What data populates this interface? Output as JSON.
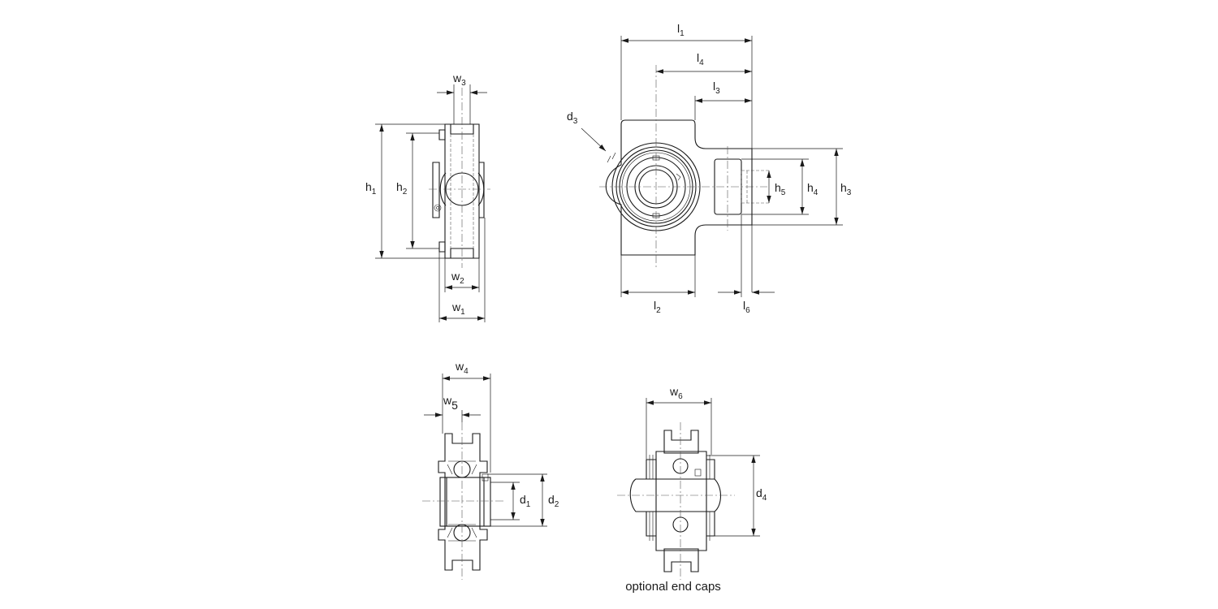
{
  "dimensions": {
    "l1": {
      "base": "l",
      "sub": "1"
    },
    "l2": {
      "base": "l",
      "sub": "2"
    },
    "l3": {
      "base": "l",
      "sub": "3"
    },
    "l4": {
      "base": "l",
      "sub": "4"
    },
    "l6": {
      "base": "l",
      "sub": "6"
    },
    "d1": {
      "base": "d",
      "sub": "1"
    },
    "d2": {
      "base": "d",
      "sub": "2"
    },
    "d3": {
      "base": "d",
      "sub": "3"
    },
    "d4": {
      "base": "d",
      "sub": "4"
    },
    "h1": {
      "base": "h",
      "sub": "1"
    },
    "h2": {
      "base": "h",
      "sub": "2"
    },
    "h3": {
      "base": "h",
      "sub": "3"
    },
    "h4": {
      "base": "h",
      "sub": "4"
    },
    "h5": {
      "base": "h",
      "sub": "5"
    },
    "w1": {
      "base": "w",
      "sub": "1"
    },
    "w2": {
      "base": "w",
      "sub": "2"
    },
    "w3": {
      "base": "w",
      "sub": "3"
    },
    "w4": {
      "base": "w",
      "sub": "4"
    },
    "w5": {
      "base": "w",
      "sub": "5"
    },
    "w6": {
      "base": "w",
      "sub": "6"
    }
  },
  "caption": "optional end caps"
}
